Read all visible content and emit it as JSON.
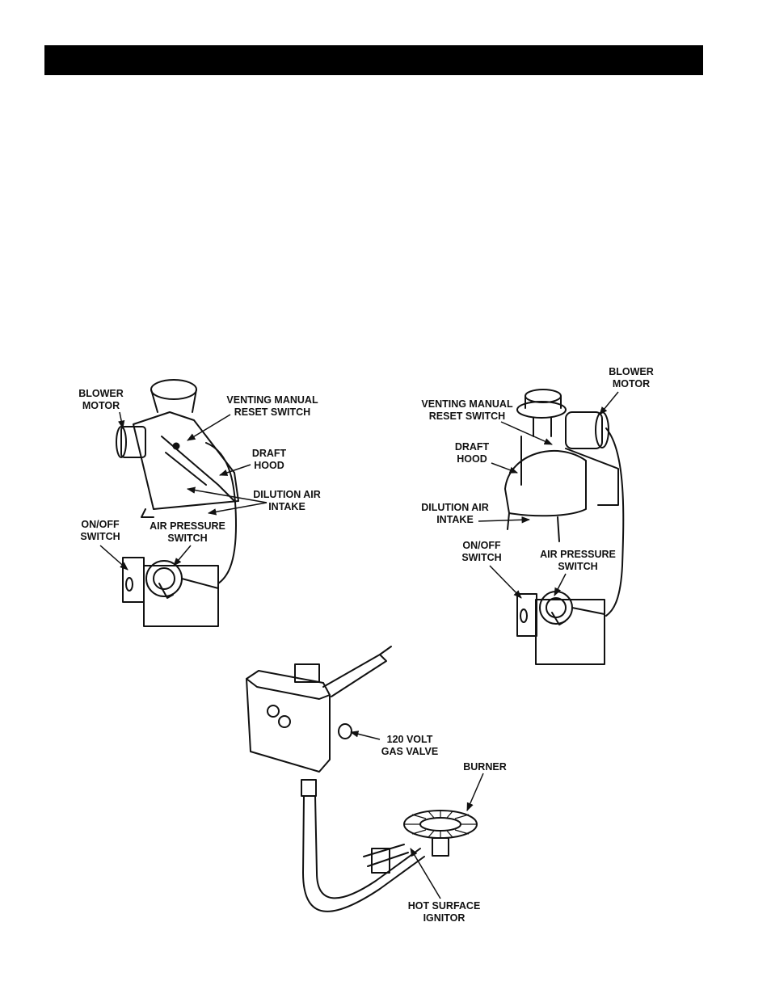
{
  "labels": {
    "left": {
      "blower_motor": [
        "BLOWER",
        "MOTOR"
      ],
      "venting_manual_reset_switch": [
        "VENTING MANUAL",
        "RESET SWITCH"
      ],
      "draft_hood": [
        "DRAFT",
        "HOOD"
      ],
      "dilution_air_intake": [
        "DILUTION AIR",
        "INTAKE"
      ],
      "on_off_switch": [
        "ON/OFF",
        "SWITCH"
      ],
      "air_pressure_switch": [
        "AIR PRESSURE",
        "SWITCH"
      ]
    },
    "right": {
      "blower_motor": [
        "BLOWER",
        "MOTOR"
      ],
      "venting_manual_reset_switch": [
        "VENTING MANUAL",
        "RESET SWITCH"
      ],
      "draft_hood": [
        "DRAFT",
        "HOOD"
      ],
      "dilution_air_intake": [
        "DILUTION AIR",
        "INTAKE"
      ],
      "on_off_switch": [
        "ON/OFF",
        "SWITCH"
      ],
      "air_pressure_switch": [
        "AIR PRESSURE",
        "SWITCH"
      ]
    },
    "bottom": {
      "gas_valve": [
        "120 VOLT",
        "GAS VALVE"
      ],
      "burner": [
        "BURNER"
      ],
      "hot_surface_ignitor": [
        "HOT SURFACE",
        "IGNITOR"
      ]
    }
  },
  "colors": {
    "header_bar": "#000000",
    "ink": "#111111",
    "paper": "#ffffff"
  }
}
